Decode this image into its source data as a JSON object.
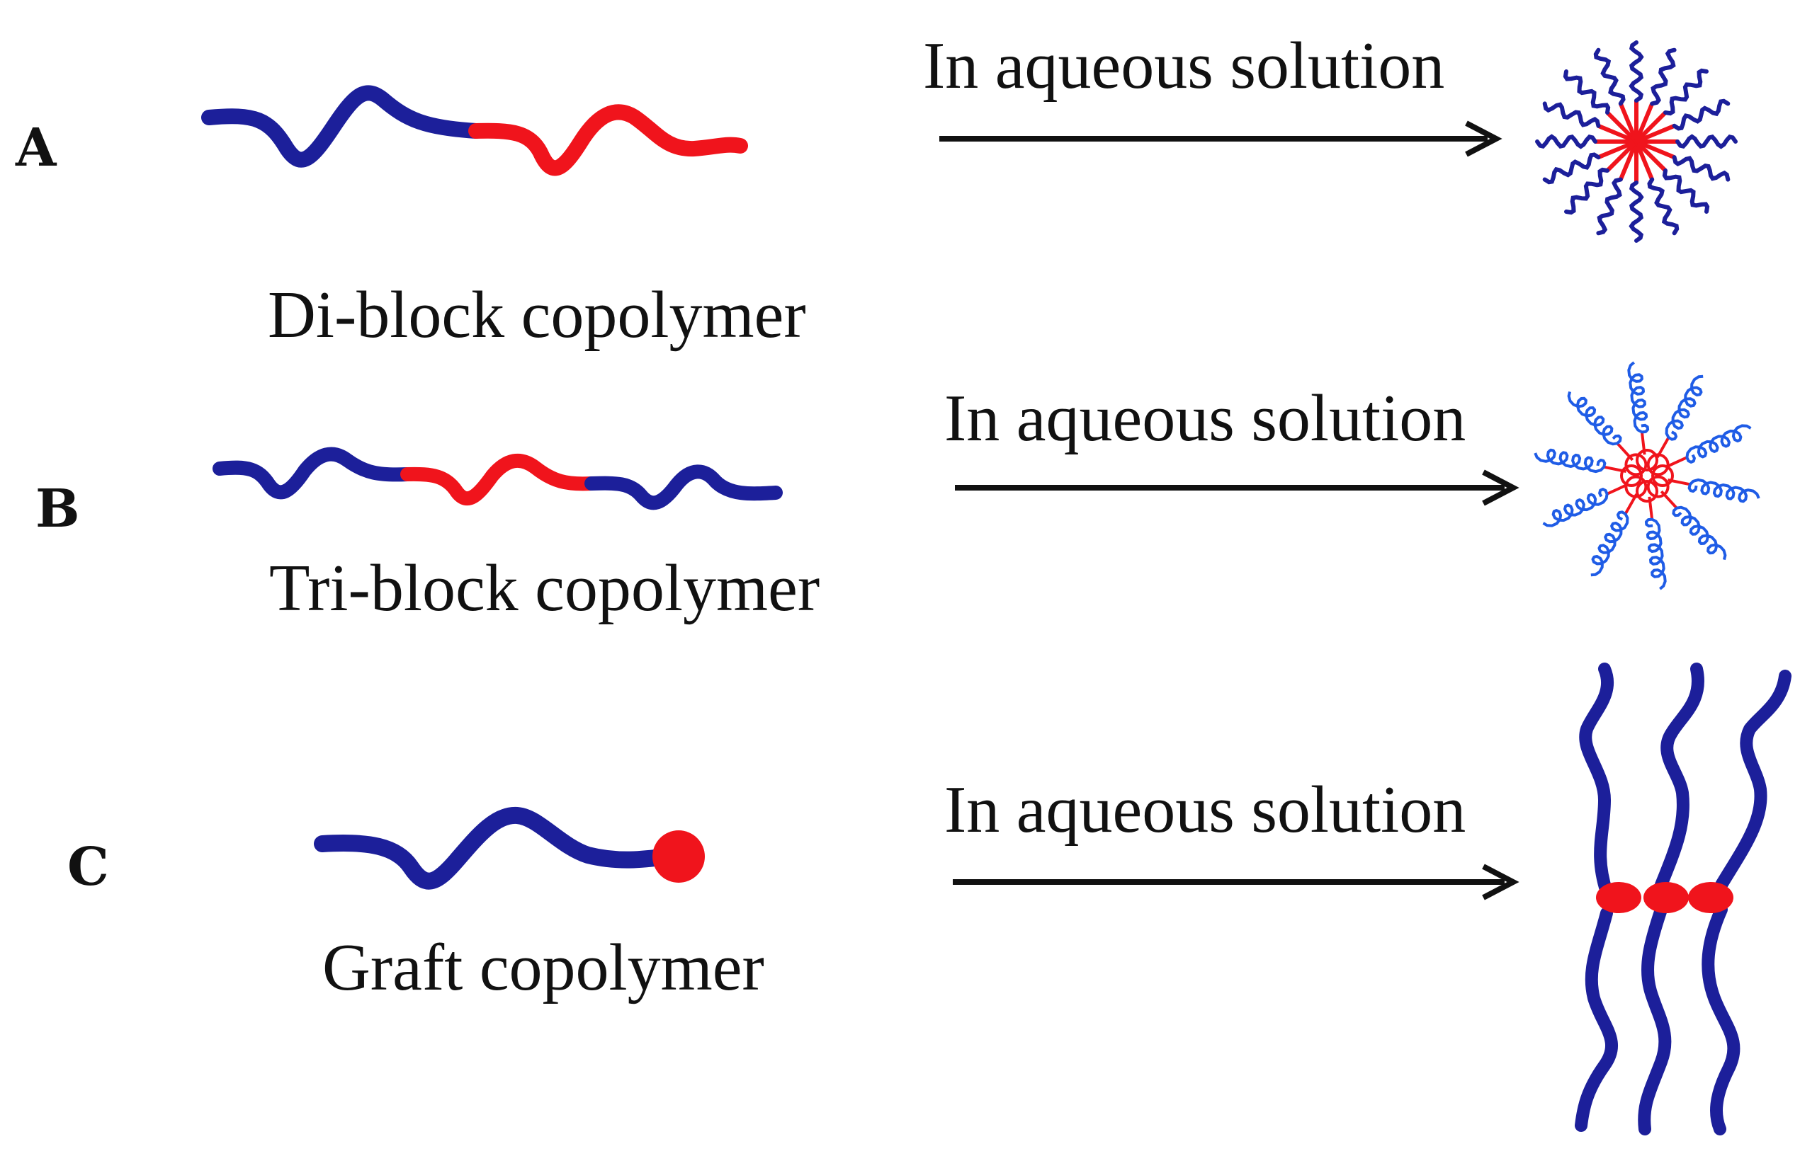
{
  "colors": {
    "hydrophilic": "#1c1f9a",
    "hydrophobic": "#f0141c",
    "micelle_coil": "#1f5ce6",
    "text": "#111111"
  },
  "panels": [
    {
      "label": "A",
      "caption": "Di-block copolymer",
      "arrow_text": "In aqueous solution",
      "product_icon": "star-micelle-icon"
    },
    {
      "label": "B",
      "caption": "Tri-block copolymer",
      "arrow_text": "In aqueous solution",
      "product_icon": "flower-micelle-icon"
    },
    {
      "label": "C",
      "caption": "Graft copolymer",
      "arrow_text": "In aqueous solution",
      "product_icon": "grafted-chain-assembly-icon"
    }
  ]
}
